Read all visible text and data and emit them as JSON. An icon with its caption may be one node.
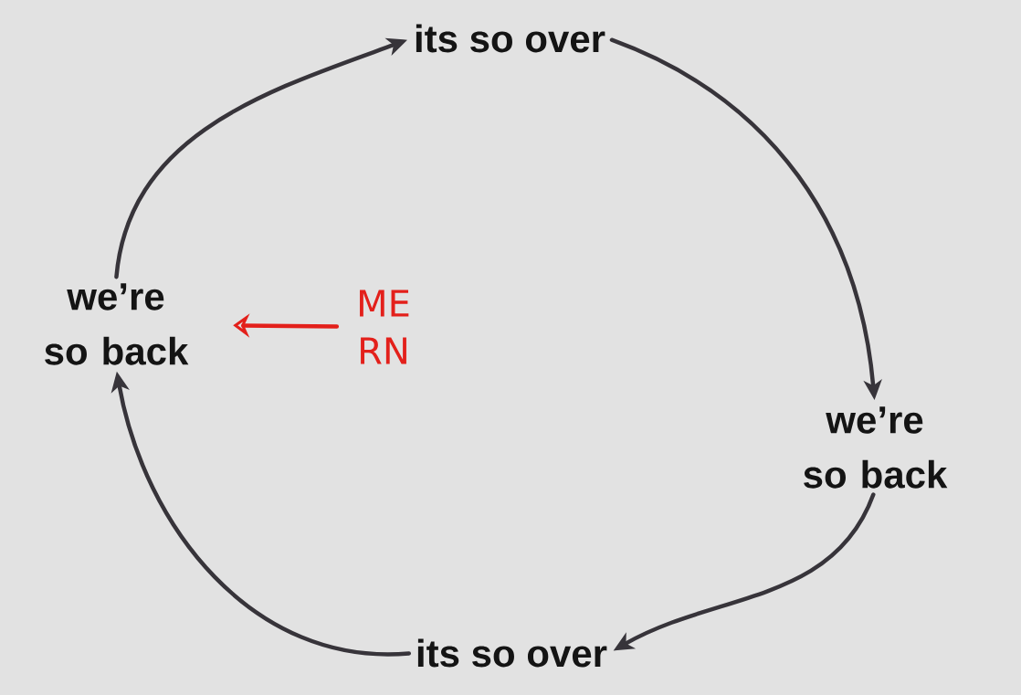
{
  "diagram": {
    "nodes": [
      {
        "text": [
          "its so over"
        ]
      },
      {
        "text": [
          "we’re so back"
        ]
      },
      {
        "text": [
          "its so over"
        ]
      },
      {
        "text": [
          "we’re so back"
        ]
      },
      {
        "text": [
          "ME RN"
        ]
      }
    ],
    "edges": [
      {
        "from": 0,
        "to": 1,
        "arrow": "to"
      },
      {
        "from": 1,
        "to": 2,
        "arrow": "to"
      },
      {
        "from": 2,
        "to": 3,
        "arrow": "to"
      },
      {
        "from": 3,
        "to": 0,
        "arrow": "to"
      },
      {
        "from": 4,
        "to": 3,
        "arrow": "to",
        "color": "#e3201b"
      }
    ]
  }
}
